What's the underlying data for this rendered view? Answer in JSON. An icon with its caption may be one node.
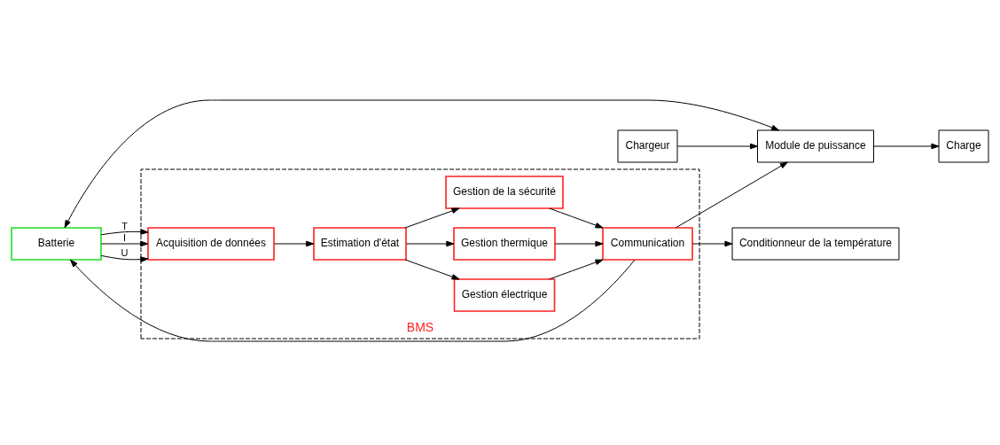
{
  "diagram": {
    "nodes": [
      {
        "text": [
          "Charge"
        ]
      },
      {
        "text": [
          "Chargeur"
        ]
      },
      {
        "text": [
          "Module de puissance"
        ]
      },
      {
        "text": [
          "Conditionneur de la température"
        ]
      },
      {
        "text": [
          "BMS"
        ]
      },
      {
        "text": [
          "Batterie"
        ]
      },
      {
        "text": [
          "Acquisition de données"
        ],
        "in": 4
      },
      {
        "text": [
          "Estimation d'état"
        ],
        "in": 4
      },
      {
        "text": [
          "Gestion électrique"
        ],
        "in": 4
      },
      {
        "text": [
          "Gestion thermique"
        ],
        "in": 4
      },
      {
        "text": [
          "Gestion de la sécurité"
        ],
        "in": 4
      },
      {
        "text": [
          "Communication"
        ],
        "in": 4
      }
    ],
    "edges": [
      {
        "from": 2,
        "to": 0,
        "arrow": "to"
      },
      {
        "from": 1,
        "to": 2,
        "arrow": "to"
      },
      {
        "from": 5,
        "to": 2,
        "arrow": "both"
      },
      {
        "from": 5,
        "to": 6,
        "arrow": "to",
        "label": "I"
      },
      {
        "from": 5,
        "to": 6,
        "arrow": "to",
        "label": "U"
      },
      {
        "from": 5,
        "to": 6,
        "arrow": "to",
        "label": "T"
      },
      {
        "from": 6,
        "to": 7,
        "arrow": "to"
      },
      {
        "from": 7,
        "to": 8,
        "arrow": "to"
      },
      {
        "from": 7,
        "to": 9,
        "arrow": "to"
      },
      {
        "from": 7,
        "to": 10,
        "arrow": "to"
      },
      {
        "from": 8,
        "to": 11,
        "arrow": "to"
      },
      {
        "from": 9,
        "to": 11,
        "arrow": "to"
      },
      {
        "from": 10,
        "to": 11,
        "arrow": "to"
      },
      {
        "from": 11,
        "to": 2,
        "arrow": "to"
      },
      {
        "from": 11,
        "to": 3,
        "arrow": "to"
      },
      {
        "from": 11,
        "to": 5,
        "arrow": "to"
      }
    ]
  }
}
